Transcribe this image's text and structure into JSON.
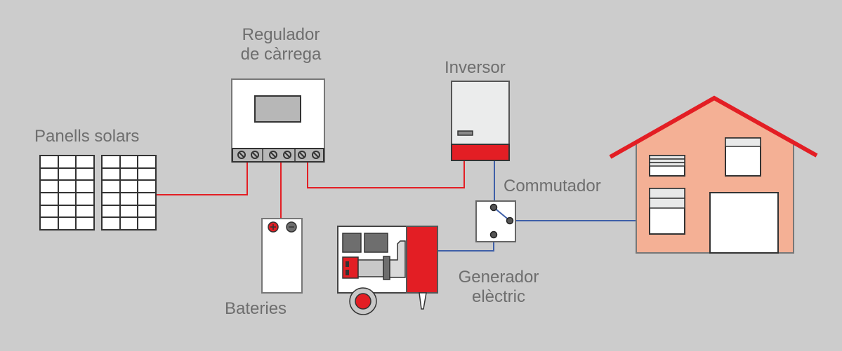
{
  "diagram": {
    "labels": {
      "solar_panels": "Panells solars",
      "charge_regulator_line1": "Regulador",
      "charge_regulator_line2": "de càrrega",
      "inverter": "Inversor",
      "switch": "Commutador",
      "batteries": "Bateries",
      "generator_line1": "Generador",
      "generator_line2": "elèctric"
    },
    "colors": {
      "background": "#cccccc",
      "dc_wire": "#e31e24",
      "ac_wire": "#3e5fa8",
      "roof": "#e31e24",
      "house_wall": "#f4b095",
      "label_text": "#6e6e6e"
    }
  }
}
